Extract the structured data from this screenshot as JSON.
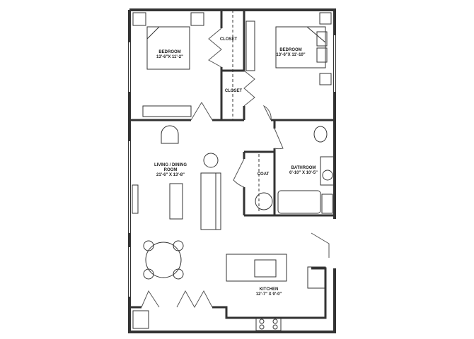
{
  "rooms": {
    "bedroom1": {
      "name": "BEDROOM",
      "size": "13'-6\"X 11'-2\""
    },
    "bedroom2": {
      "name": "BEDROOM",
      "size": "13'-6\"X 11'-10\""
    },
    "closet1": {
      "name": "CLOSET"
    },
    "closet2": {
      "name": "CLOSET"
    },
    "living": {
      "name": "LIVING / DINING",
      "name2": "ROOM",
      "size": "21'-6\" X 13'-8\""
    },
    "coat": {
      "name": "COAT"
    },
    "bathroom": {
      "name": "BATHROOM",
      "size": "6'-10\" X 10'-5\""
    },
    "kitchen": {
      "name": "KITCHEN",
      "size": "12'-7\" X 9'-0\""
    }
  },
  "colors": {
    "wall": "#333333",
    "line": "#555555"
  }
}
